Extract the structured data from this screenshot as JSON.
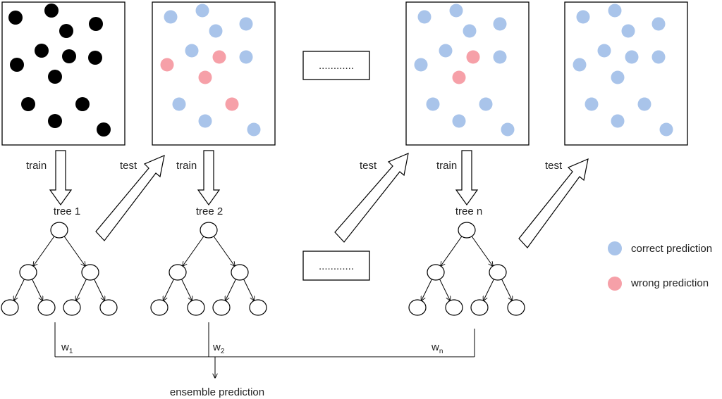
{
  "labels": {
    "train": "train",
    "test": "test",
    "dots": "............",
    "tree_1": "tree 1",
    "tree_2": "tree 2",
    "tree_n": "tree n",
    "w": "w",
    "w1_sub": "1",
    "w2_sub": "2",
    "wn_sub": "n",
    "ensemble_prediction": "ensemble prediction"
  },
  "legend": {
    "correct": "correct prediction",
    "wrong": "wrong prediction"
  },
  "colors": {
    "training_dot": "#000000",
    "correct": "#a9c4ea",
    "wrong": "#f6a0a8"
  }
}
